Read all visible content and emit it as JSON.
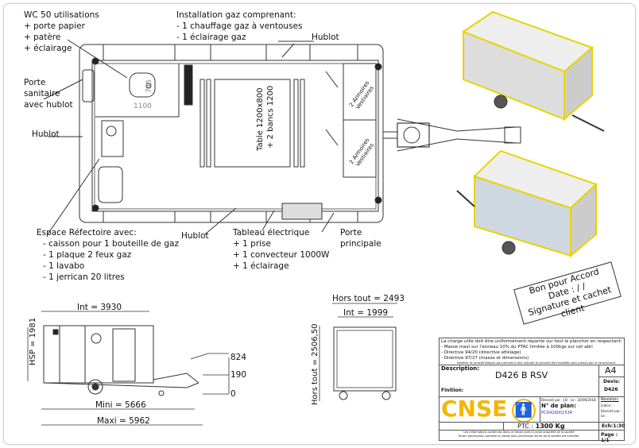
{
  "annotations": {
    "wc": [
      "WC 50 utilisations",
      "+ porte papier",
      "+ patère",
      "+ éclairage"
    ],
    "gaz": [
      "Installation gaz comprenant:",
      "- 1 chauffage gaz à ventouses",
      "- 1 éclairage gaz"
    ],
    "hublot_top": "Hublot",
    "porte_sanitaire": [
      "Porte",
      "sanitaire",
      "avec hublot"
    ],
    "hublot_left": "Hublot",
    "refectoire": [
      "Espace Réfectoire avec:",
      "- caisson pour 1 bouteille de gaz",
      "- 1 plaque 2 feux gaz",
      "- 1 lavabo",
      "- 1 jerrican 20 litres"
    ],
    "hublot_bottom": "Hublot",
    "tableau": [
      "Tableau électrique",
      "+ 1 prise",
      "+ 1 convecteur 1000W",
      "+ 1 éclairage"
    ],
    "porte_principale": [
      "Porte",
      "principale"
    ]
  },
  "plan": {
    "wc_dim_w": "1100",
    "wc_dim_h": "745",
    "table": [
      "Table 1200x800",
      "+ 2 bancs 1200"
    ],
    "armoires": [
      "2 Armoires",
      "Vestiaires"
    ]
  },
  "side_view": {
    "int": "Int = 3930",
    "hsp": "HSP = 1981",
    "h824": "824",
    "h190": "190",
    "h0": "0",
    "mini": "Mini = 5666",
    "maxi": "Maxi = 5962"
  },
  "front_view": {
    "hors_tout_w": "Hors tout = 2493",
    "int": "Int = 1999",
    "hors_tout_h": "Hors tout = 2506,50"
  },
  "stamp": [
    "Bon pour Accord",
    "Date :   /   /",
    "Signature et cachet client"
  ],
  "title_block": {
    "notes": [
      "La charge utile doit être uniformément répartie sur tout le plancher en respectant:",
      "- Masse maxi sur l'anneau 10% du PTAC limitée à 100kgs sur cet abri",
      "- Directive 94/20 (directive attelage)",
      "- Directive 97/27 (masse et dimensions)"
    ],
    "disclaimer": "Modèles et caractéristiques sont donnés à titre indicatif et peuvent être modifiés sans préavis par le constructeur.",
    "description_label": "Description:",
    "description": "D426 B RSV",
    "format": "A4",
    "devis_label": "Devis:",
    "devis": "D426",
    "finition_label": "Finition:",
    "logo": "CNSE",
    "dessine_par": "Dessiné par : J.B",
    "date": "Le : 20/06/2018",
    "plan_label": "N° de plan:",
    "plan_number": "PCD426001534",
    "revision_label": "Révision:",
    "indice": "Indice : -",
    "dessine_par2": "Dessiné par :",
    "le": "Le :",
    "ptc_label": "PTC :",
    "ptc": "1300 Kg",
    "echelle": "Ech:1:30",
    "footer": [
      "Les informations contenues dans ce dessin sont la seule propriété de la société",
      "Toute reproduction partielle ou totale sans permission écrite de la société       est interdite."
    ],
    "page": "Page : 1/1"
  },
  "colors": {
    "logo": "#f2b705",
    "plan_number": "#2233cc",
    "frame_3d": "#e8d400"
  }
}
